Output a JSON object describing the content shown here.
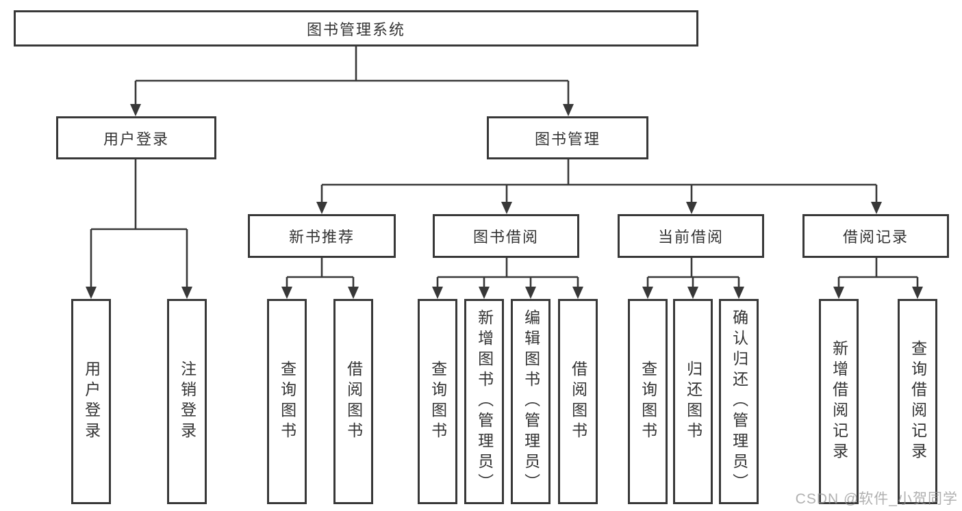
{
  "tree": {
    "root": "图书管理系统",
    "children": [
      {
        "label": "用户登录",
        "children": [
          "用户登录",
          "注销登录"
        ]
      },
      {
        "label": "图书管理",
        "children": [
          {
            "label": "新书推荐",
            "children": [
              "查询图书",
              "借阅图书"
            ]
          },
          {
            "label": "图书借阅",
            "children": [
              "查询图书",
              "新增图书（管理员）",
              "编辑图书（管理员）",
              "借阅图书"
            ]
          },
          {
            "label": "当前借阅",
            "children": [
              "查询图书",
              "归还图书",
              "确认归还（管理员）"
            ]
          },
          {
            "label": "借阅记录",
            "children": [
              "新增借阅记录",
              "查询借阅记录"
            ]
          }
        ]
      }
    ]
  },
  "watermark": "CSDN @软件_小贺同学",
  "colors": {
    "line": "#383838",
    "text": "#333333",
    "background": "#ffffff",
    "watermark": "#a9a9a9"
  }
}
